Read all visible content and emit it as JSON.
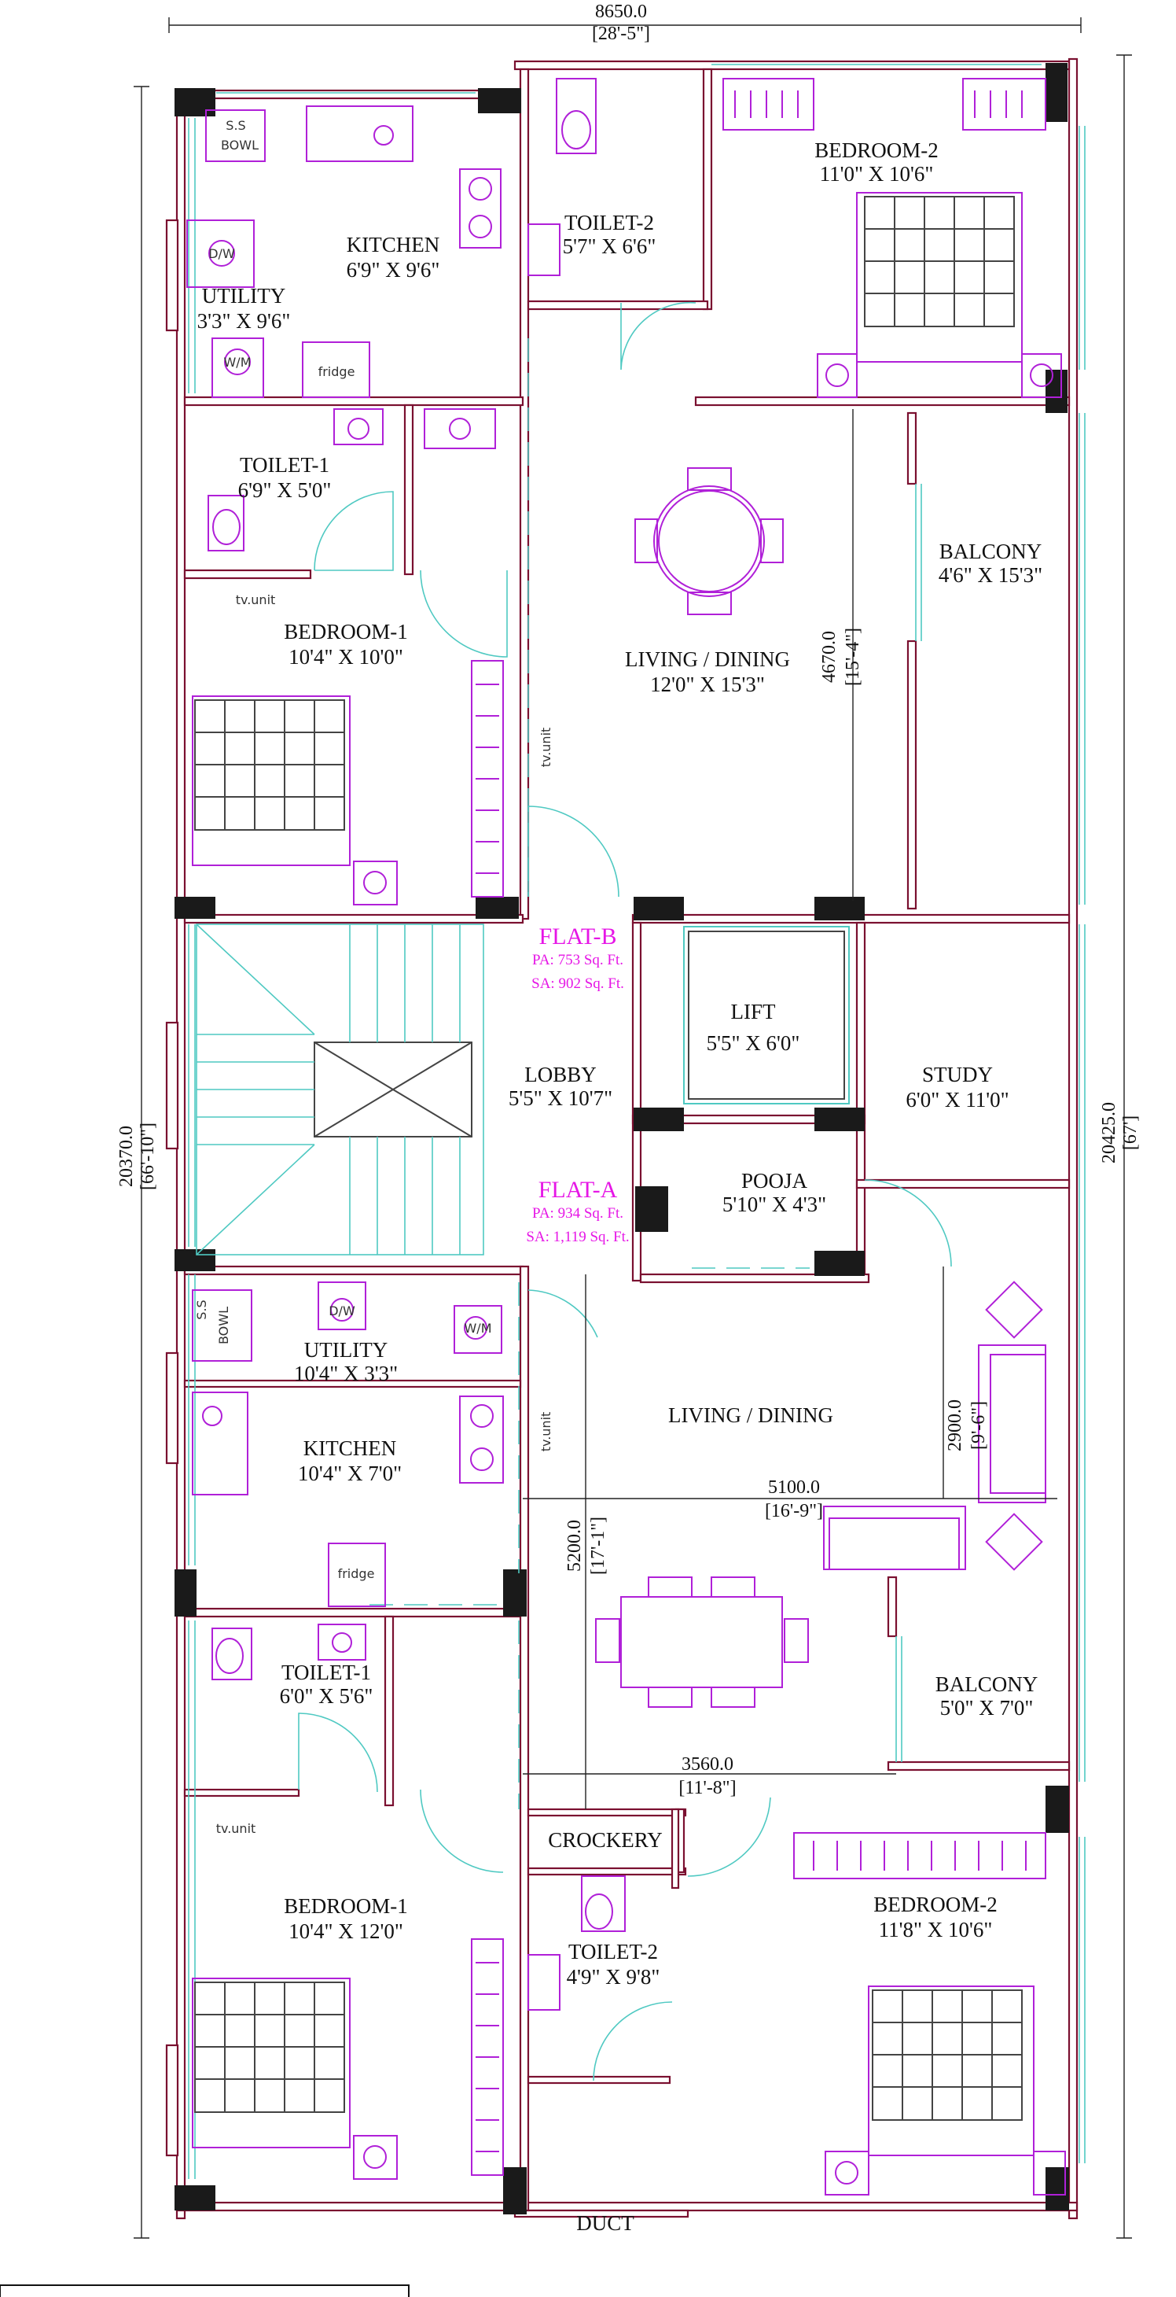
{
  "dimensions": {
    "top_mm": "8650.0",
    "top_ft": "[28'-5\"]",
    "left_mm": "20370.0",
    "left_ft": "[66'-10\"]",
    "right_mm": "20425.0",
    "right_ft": "[67']",
    "living_b_mm": "4670.0",
    "living_b_ft": "[15'-4\"]",
    "living_a_h_mm": "5100.0",
    "living_a_h_ft": "[16'-9\"]",
    "living_a_v_mm": "5200.0",
    "living_a_v_ft": "[17'-1\"]",
    "living_a_w_mm": "3560.0",
    "living_a_w_ft": "[11'-8\"]",
    "sofa_mm": "2900.0",
    "sofa_ft": "[9'-6\"]"
  },
  "flat_b": {
    "title": "FLAT-B",
    "pa": "PA: 753 Sq. Ft.",
    "sa": "SA: 902 Sq. Ft.",
    "rooms": {
      "kitchen": {
        "name": "KITCHEN",
        "size": "6'9\" X 9'6\""
      },
      "utility": {
        "name": "UTILITY",
        "size": "3'3\" X 9'6\""
      },
      "toilet2": {
        "name": "TOILET-2",
        "size": "5'7\" X 6'6\""
      },
      "bedroom2": {
        "name": "BEDROOM-2",
        "size": "11'0\" X 10'6\""
      },
      "toilet1": {
        "name": "TOILET-1",
        "size": "6'9\" X 5'0\""
      },
      "bedroom1": {
        "name": "BEDROOM-1",
        "size": "10'4\" X 10'0\""
      },
      "living": {
        "name": "LIVING / DINING",
        "size": "12'0\" X 15'3\""
      },
      "balcony": {
        "name": "BALCONY",
        "size": "4'6\" X 15'3\""
      }
    }
  },
  "core": {
    "lift": {
      "name": "LIFT",
      "size": "5'5\" X 6'0\""
    },
    "lobby": {
      "name": "LOBBY",
      "size": "5'5\" X 10'7\""
    },
    "study": {
      "name": "STUDY",
      "size": "6'0\" X 11'0\""
    },
    "pooja": {
      "name": "POOJA",
      "size": "5'10\" X 4'3\""
    }
  },
  "flat_a": {
    "title": "FLAT-A",
    "pa": "PA: 934 Sq. Ft.",
    "sa": "SA: 1,119 Sq. Ft.",
    "rooms": {
      "utility": {
        "name": "UTILITY",
        "size": "10'4\" X 3'3\""
      },
      "kitchen": {
        "name": "KITCHEN",
        "size": "10'4\" X 7'0\""
      },
      "living": {
        "name": "LIVING / DINING"
      },
      "balcony": {
        "name": "BALCONY",
        "size": "5'0\" X 7'0\""
      },
      "toilet1": {
        "name": "TOILET-1",
        "size": "6'0\" X 5'6\""
      },
      "bedroom1": {
        "name": "BEDROOM-1",
        "size": "10'4\" X 12'0\""
      },
      "crockery": {
        "name": "CROCKERY"
      },
      "toilet2": {
        "name": "TOILET-2",
        "size": "4'9\" X 9'8\""
      },
      "bedroom2": {
        "name": "BEDROOM-2",
        "size": "11'8\" X 10'6\""
      },
      "duct": {
        "name": "DUCT"
      }
    }
  },
  "fixture_labels": {
    "ss_bowl_1": "S.S",
    "ss_bowl_2": "BOWL",
    "dw": "D/W",
    "wm": "W/M",
    "fridge": "fridge",
    "tv": "tv.unit"
  },
  "colors": {
    "wall": "#7a1030",
    "window_door": "#4fc9c2",
    "furniture": "#b020d8",
    "flat_label": "#e616e6",
    "column": "#1a1a1a"
  }
}
